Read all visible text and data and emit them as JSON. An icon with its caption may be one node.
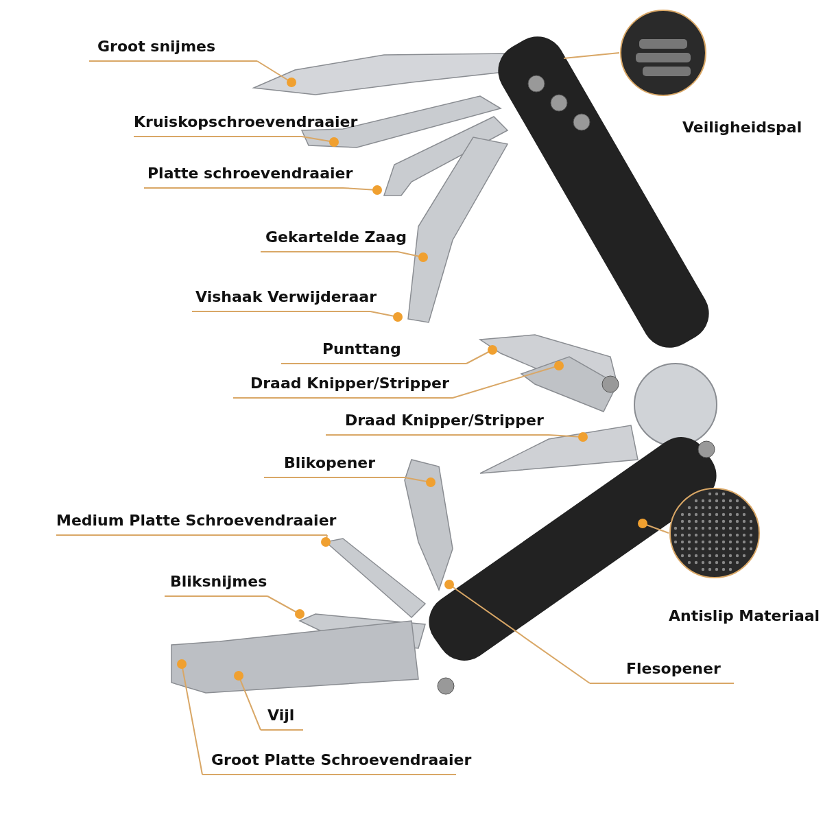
{
  "diagram": {
    "nodes": [
      {
        "text": [
          "Groot snijmes"
        ]
      },
      {
        "text": [
          "Veiligheidspal"
        ]
      },
      {
        "text": [
          "Kruiskopschroevendraaier"
        ]
      },
      {
        "text": [
          "Platte schroevendraaier"
        ]
      },
      {
        "text": [
          "Gekartelde Zaag"
        ]
      },
      {
        "text": [
          "Vishaak Verwijderaar"
        ]
      },
      {
        "text": [
          "Punttang"
        ]
      },
      {
        "text": [
          "Draad Knipper/Stripper"
        ]
      },
      {
        "text": [
          "Draad Knipper/Stripper"
        ]
      },
      {
        "text": [
          "Blikopener"
        ]
      },
      {
        "text": [
          "Medium Platte Schroevendraaier"
        ]
      },
      {
        "text": [
          "Antislip Materiaal"
        ]
      },
      {
        "text": [
          "Bliksnijmes"
        ]
      },
      {
        "text": [
          "Flesopener"
        ]
      },
      {
        "text": [
          "Vijl"
        ]
      },
      {
        "text": [
          "Groot Platte Schroevendraaier"
        ]
      }
    ],
    "edges": [
      {
        "from": 0,
        "to": null,
        "arrow": "other"
      },
      {
        "from": null,
        "to": 1,
        "arrow": "none"
      },
      {
        "from": 2,
        "to": null,
        "arrow": "other"
      },
      {
        "from": 3,
        "to": null,
        "arrow": "other"
      },
      {
        "from": 4,
        "to": null,
        "arrow": "other"
      },
      {
        "from": 5,
        "to": null,
        "arrow": "other"
      },
      {
        "from": 6,
        "to": null,
        "arrow": "other"
      },
      {
        "from": 7,
        "to": null,
        "arrow": "other"
      },
      {
        "from": 8,
        "to": null,
        "arrow": "other"
      },
      {
        "from": 9,
        "to": null,
        "arrow": "other"
      },
      {
        "from": 10,
        "to": null,
        "arrow": "other"
      },
      {
        "from": null,
        "to": 11,
        "arrow": "other"
      },
      {
        "from": 12,
        "to": null,
        "arrow": "other"
      },
      {
        "from": 13,
        "to": null,
        "arrow": "other"
      },
      {
        "from": 14,
        "to": null,
        "arrow": "other"
      },
      {
        "from": 15,
        "to": null,
        "arrow": "other"
      }
    ]
  }
}
